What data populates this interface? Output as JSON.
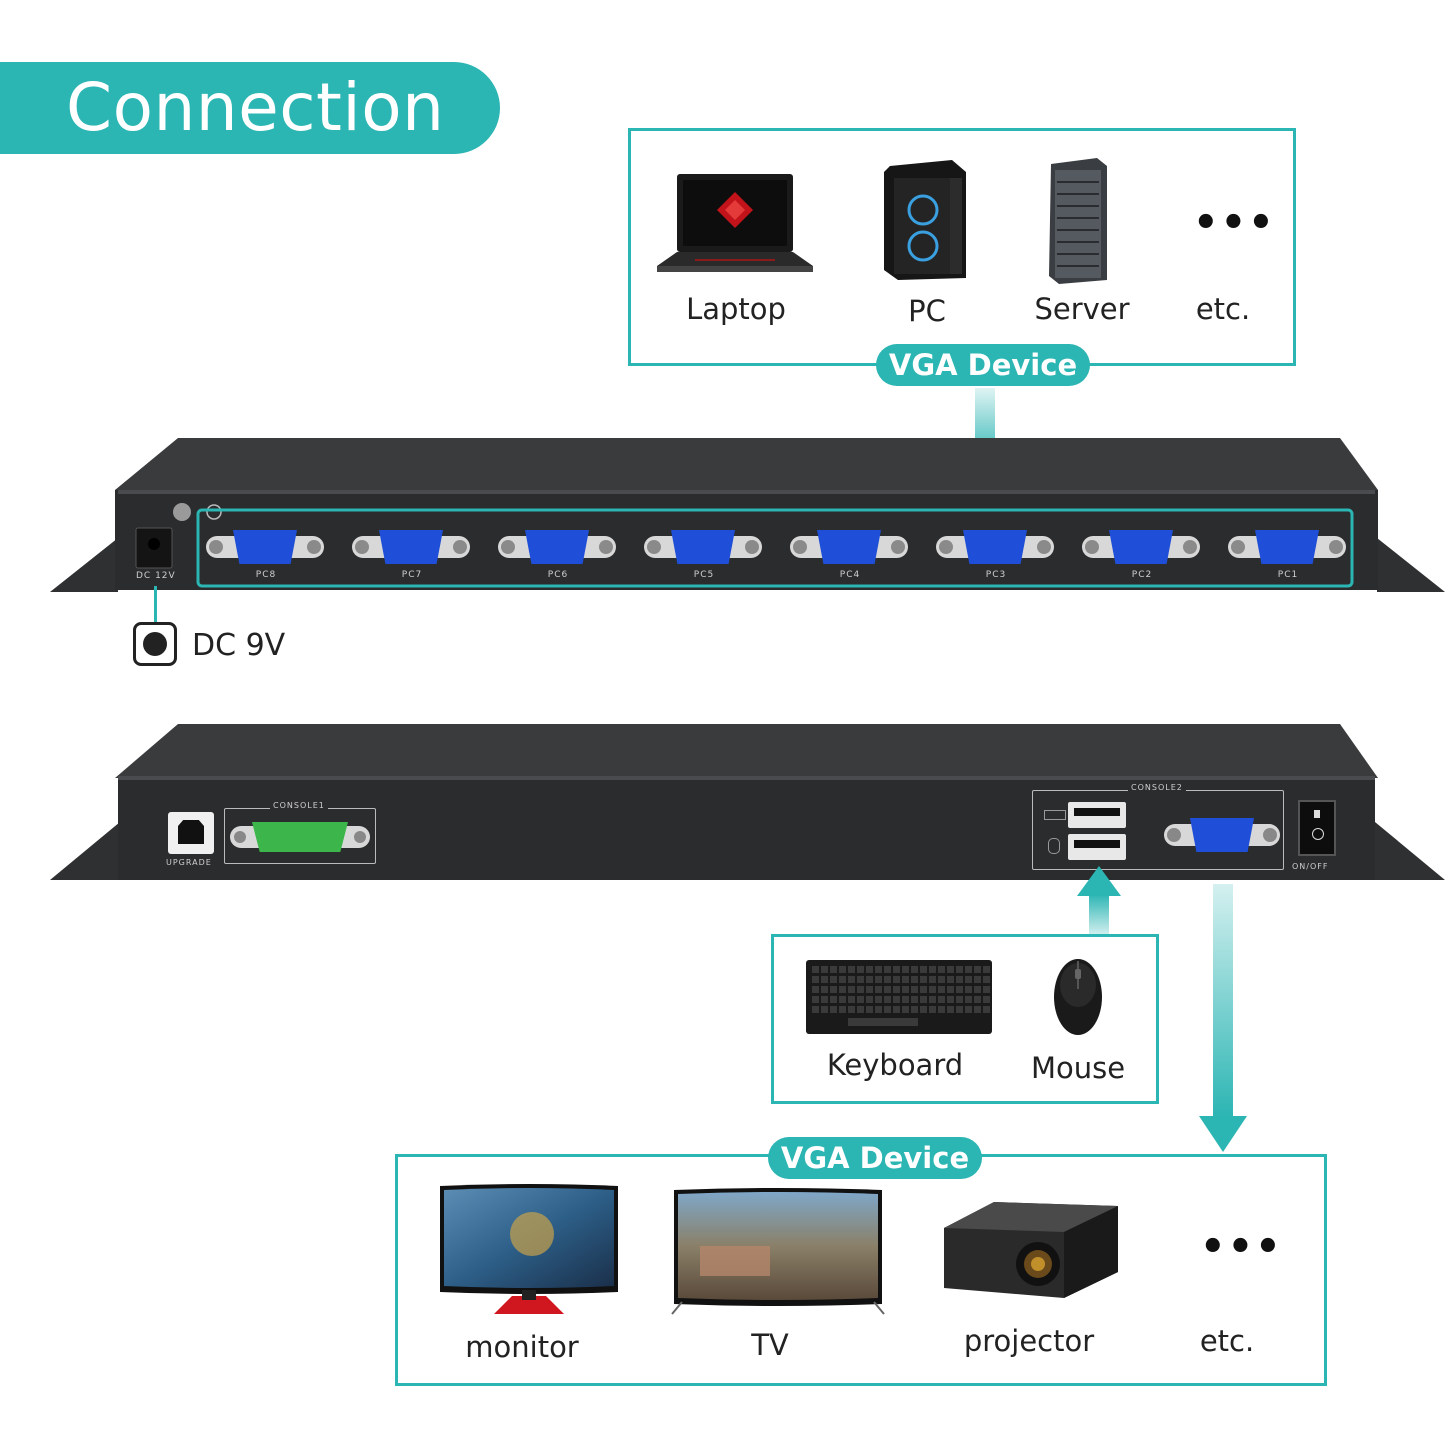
{
  "title": "Connection",
  "top_group": {
    "pill": "VGA Device",
    "items": [
      {
        "label": "Laptop"
      },
      {
        "label": "PC"
      },
      {
        "label": "Server"
      },
      {
        "label": "etc.",
        "icon": "ellipsis-icon"
      }
    ]
  },
  "switch_front": {
    "ports": [
      "PC8",
      "PC7",
      "PC6",
      "PC5",
      "PC4",
      "PC3",
      "PC2",
      "PC1"
    ],
    "power_jack_label": "DC 12V",
    "power_callout": "DC 9V"
  },
  "switch_back": {
    "upgrade_label": "UPGRADE",
    "console1_label": "CONSOLE1",
    "console2_label": "CONSOLE2",
    "power_switch_label": "ON/OFF"
  },
  "input_group": {
    "items": [
      {
        "label": "Keyboard"
      },
      {
        "label": "Mouse"
      }
    ]
  },
  "bottom_group": {
    "pill": "VGA Device",
    "items": [
      {
        "label": "monitor"
      },
      {
        "label": "TV"
      },
      {
        "label": "projector"
      },
      {
        "label": "etc.",
        "icon": "ellipsis-icon"
      }
    ]
  },
  "colors": {
    "accent": "#2bb5b3",
    "chassis": "#2b2c2e",
    "vga_port": "#1f4fd8",
    "dvi_port": "#3cb64a"
  }
}
